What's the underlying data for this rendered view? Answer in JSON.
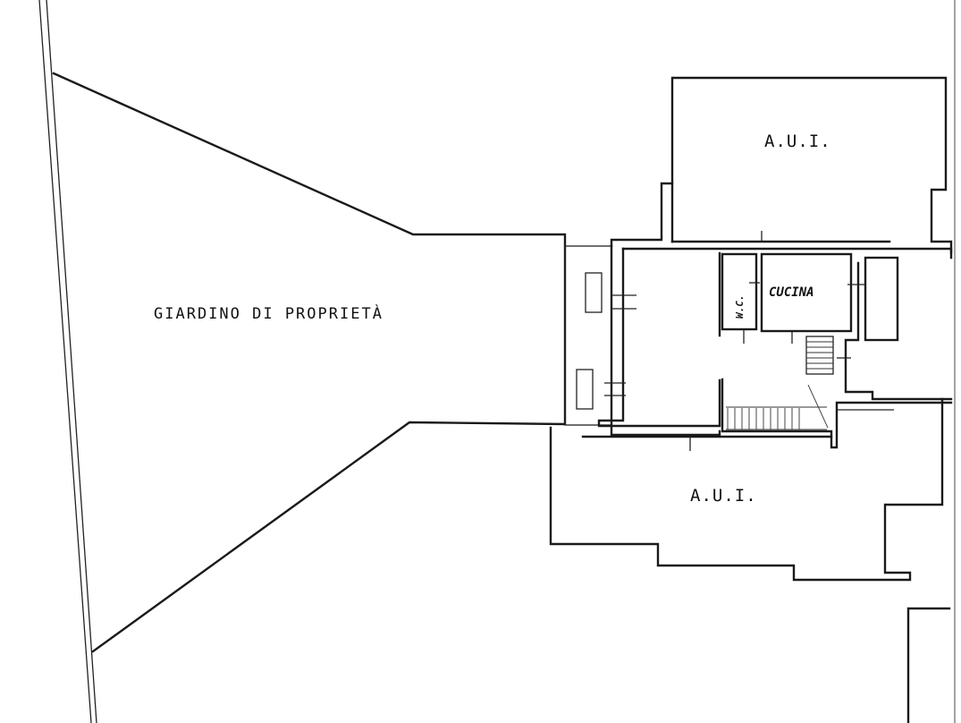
{
  "plan": {
    "labels": {
      "garden": "GIARDINO DI PROPRIETÀ",
      "aui_top": "A.U.I.",
      "aui_bottom": "A.U.I.",
      "kitchen": "CUCINA",
      "wc": "W.C."
    }
  }
}
